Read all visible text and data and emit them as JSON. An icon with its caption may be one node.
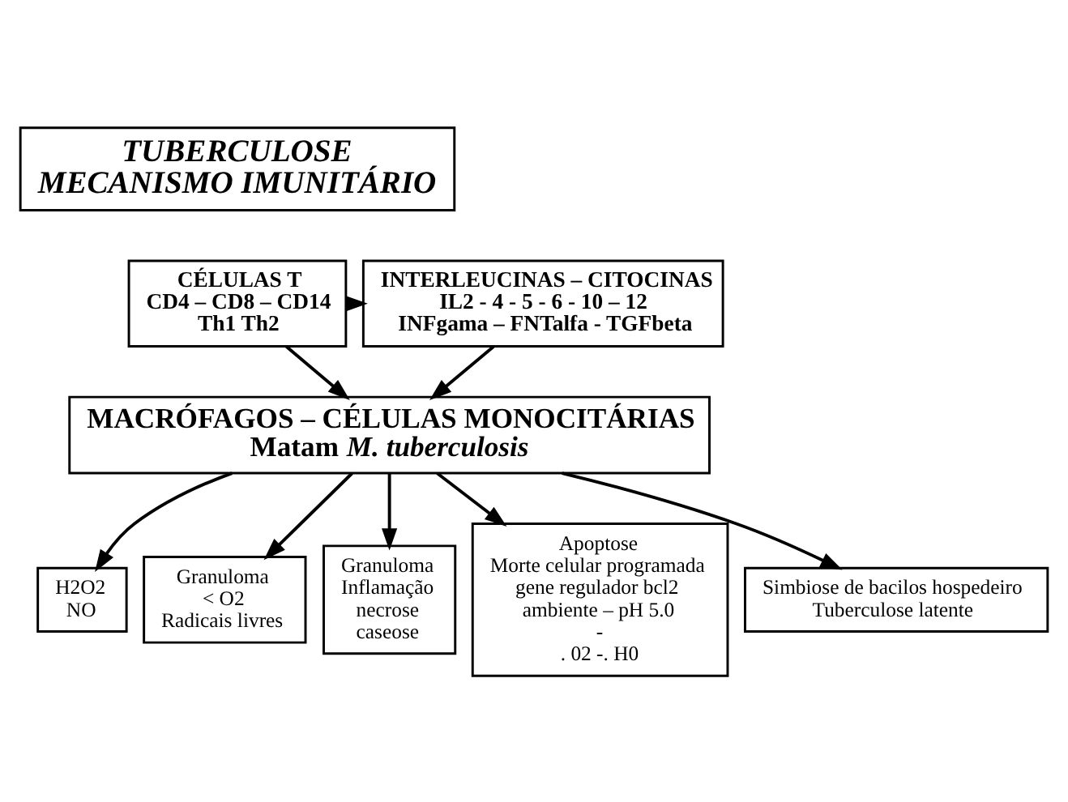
{
  "diagram": {
    "nodes": [
      {
        "text": [
          "TUBERCULOSE",
          "MECANISMO IMUNITÁRIO"
        ]
      },
      {
        "text": [
          "CÉLULAS T",
          "CD4 – CD8 – CD14",
          "Th1 Th2"
        ]
      },
      {
        "text": [
          "INTERLEUCINAS – CITOCINAS",
          "IL2 - 4 - 5 - 6 - 10 – 12",
          "INFgama – FNTalfa - TGFbeta"
        ]
      },
      {
        "text": [
          "MACRÓFAGOS – CÉLULAS MONOCITÁRIAS",
          "Matam *M. tuberculosis*"
        ]
      },
      {
        "text": [
          "H2O2",
          "NO"
        ]
      },
      {
        "text": [
          "Granuloma",
          "< O2",
          "Radicais livres"
        ]
      },
      {
        "text": [
          "Granuloma",
          "Inflamação",
          "necrose",
          "caseose"
        ]
      },
      {
        "text": [
          "Apoptose",
          "Morte celular programada",
          "gene regulador bcl2",
          "ambiente – pH 5.0",
          "-",
          ". 02 -. H0"
        ]
      },
      {
        "text": [
          "Simbiose de bacilos hospedeiro",
          "Tuberculose latente"
        ]
      }
    ],
    "edges": [
      {
        "from": 1,
        "to": 2,
        "arrow": "to"
      },
      {
        "from": 1,
        "to": 3,
        "arrow": "to"
      },
      {
        "from": 2,
        "to": 3,
        "arrow": "to"
      },
      {
        "from": 3,
        "to": 4,
        "arrow": "to"
      },
      {
        "from": 3,
        "to": 5,
        "arrow": "to"
      },
      {
        "from": 3,
        "to": 6,
        "arrow": "to"
      },
      {
        "from": 3,
        "to": 7,
        "arrow": "to"
      },
      {
        "from": 3,
        "to": 8,
        "arrow": "to"
      }
    ]
  }
}
